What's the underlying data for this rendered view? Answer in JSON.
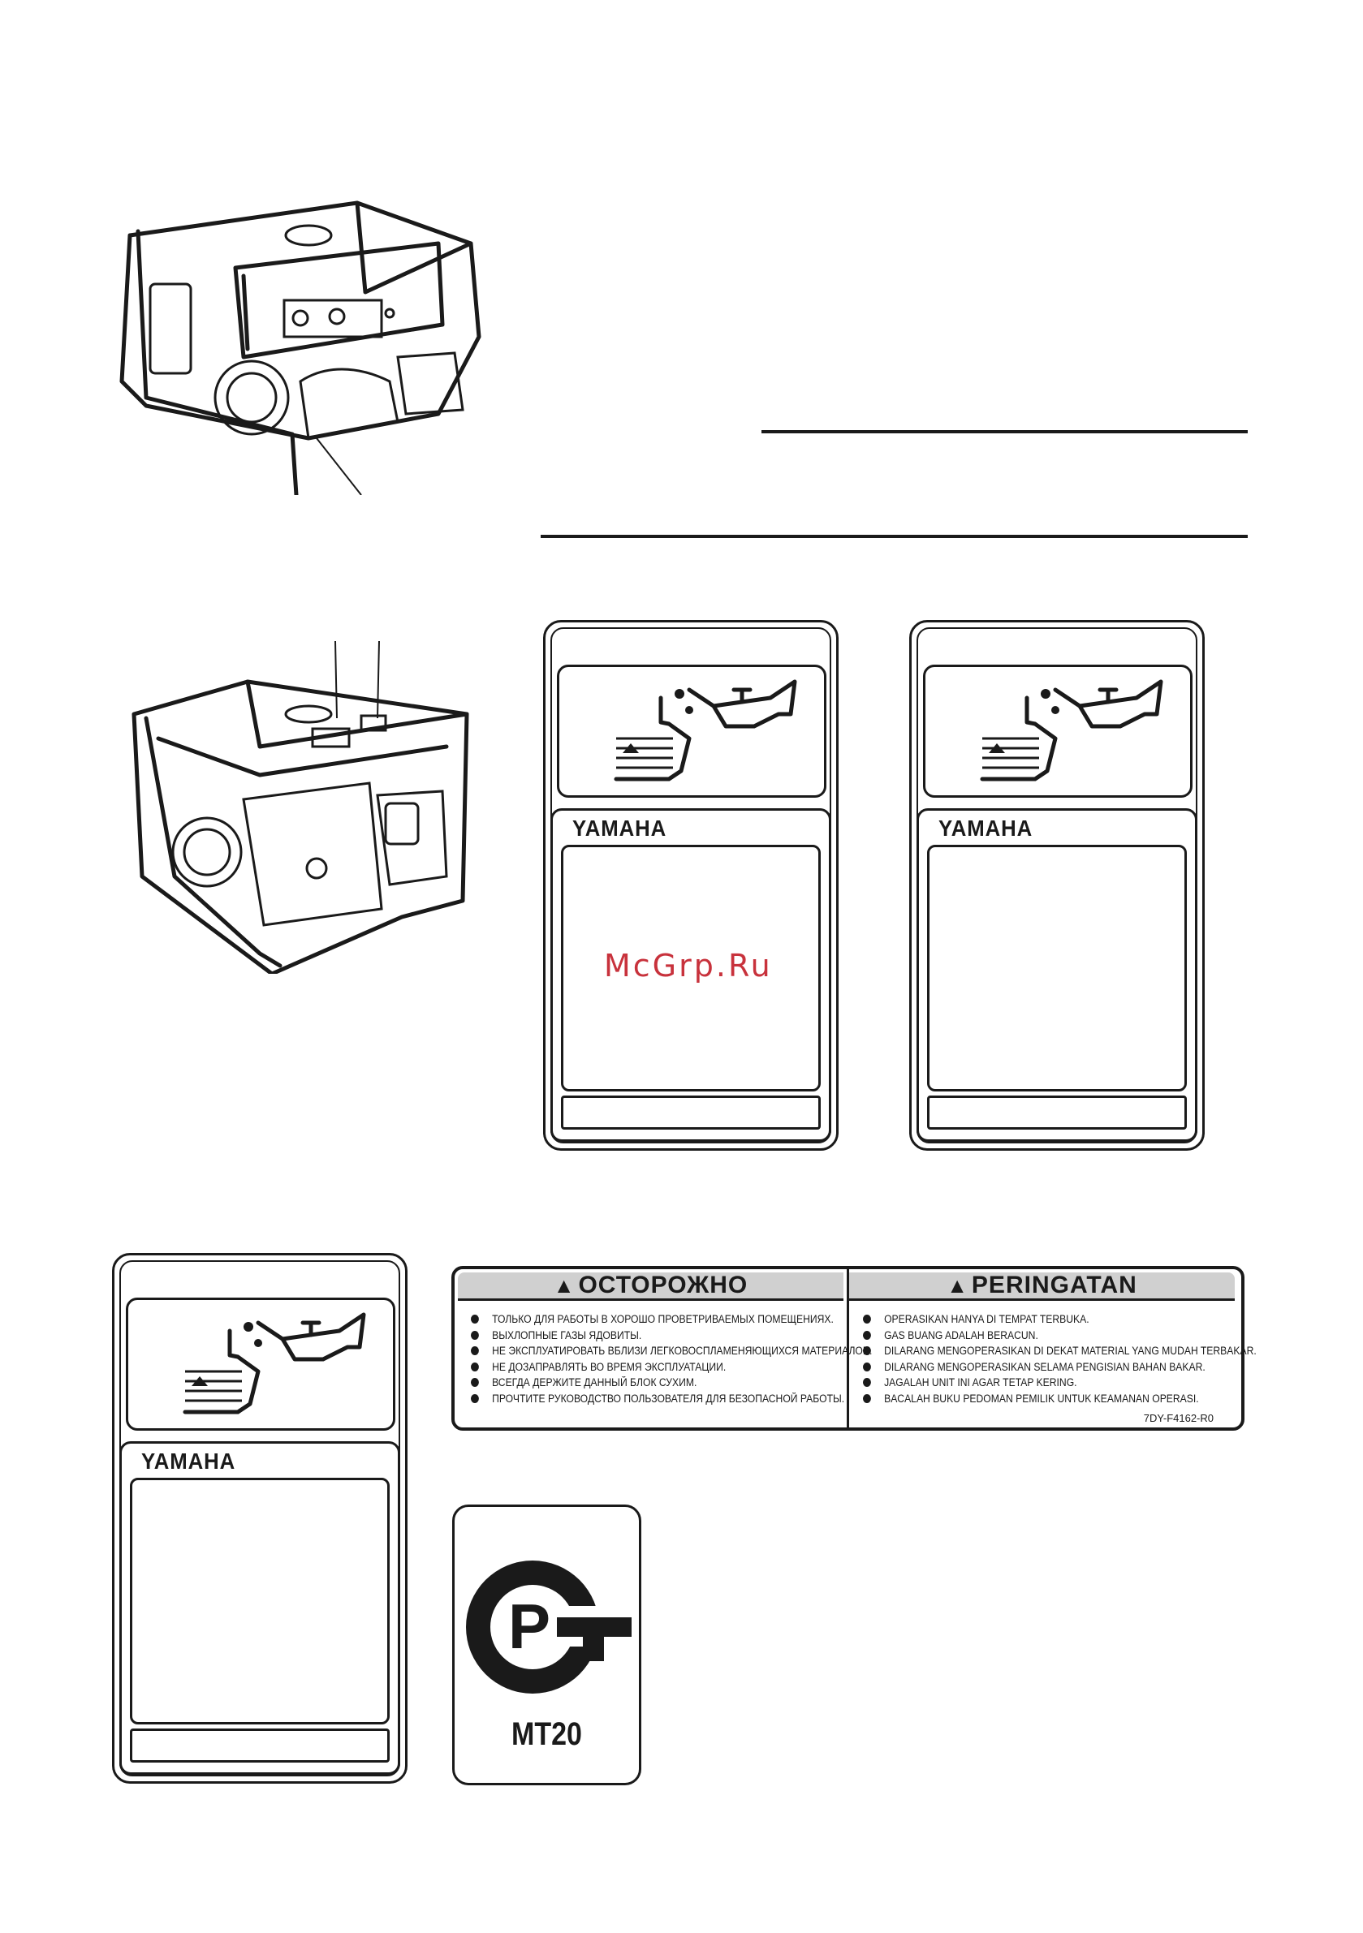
{
  "watermark": "McGrp.Ru",
  "labels": {
    "brand": "YAMAHA"
  },
  "warning": {
    "ru": {
      "title": "ОСТОРОЖНО",
      "items": [
        "ТОЛЬКО ДЛЯ РАБОТЫ В ХОРОШО ПРОВЕТРИВАЕМЫХ ПОМЕЩЕНИЯХ.",
        "ВЫХЛОПНЫЕ ГАЗЫ ЯДОВИТЫ.",
        "НЕ ЭКСПЛУАТИРОВАТЬ ВБЛИЗИ ЛЕГКОВОСПЛАМЕНЯЮЩИХСЯ МАТЕРИАЛОВ.",
        "НЕ ДОЗАПРАВЛЯТЬ ВО ВРЕМЯ ЭКСПЛУАТАЦИИ.",
        "ВСЕГДА ДЕРЖИТЕ ДАННЫЙ БЛОК СУХИМ.",
        "ПРОЧТИТЕ РУКОВОДСТВО ПОЛЬЗОВАТЕЛЯ ДЛЯ БЕЗОПАСНОЙ РАБОТЫ."
      ]
    },
    "id": {
      "title": "PERINGATAN",
      "items": [
        "OPERASIKAN HANYA DI TEMPAT TERBUKA.",
        "GAS BUANG ADALAH BERACUN.",
        "DILARANG MENGOPERASIKAN DI DEKAT MATERIAL YANG MUDAH TERBAKAR.",
        "DILARANG MENGOPERASIKAN SELAMA PENGISIAN BAHAN BAKAR.",
        "JAGALAH UNIT INI AGAR TETAP KERING.",
        "BACALAH BUKU PEDOMAN PEMILIK UNTUK KEAMANAN OPERASI."
      ]
    },
    "code": "7DY-F4162-R0"
  },
  "cert": {
    "code": "MT20"
  }
}
